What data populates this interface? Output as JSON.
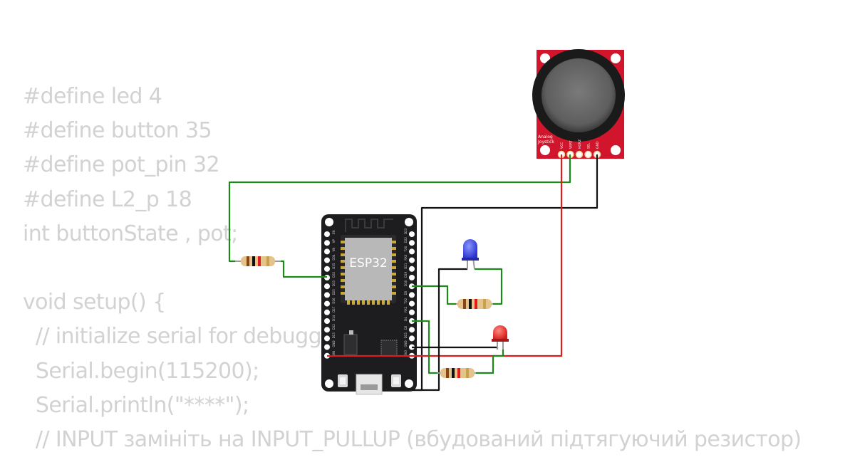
{
  "code_lines": [
    "#define led 4",
    "#define button 35",
    "#define pot_pin 32",
    "#define L2_p 18",
    "int buttonState , pot;",
    "",
    "void setup() {",
    "  // initialize serial for debugging",
    "  Serial.begin(115200);",
    "  Serial.println(\"****\");",
    "  // INPUT замініть на INPUT_PULLUP (вбудований підтягуючий резистор)"
  ],
  "board": {
    "label": "ESP32",
    "left_pins": [
      "EN",
      "VP",
      "VN",
      "D34",
      "D35",
      "D32",
      "D33",
      "D25",
      "D26",
      "D27",
      "D14",
      "D12",
      "D13",
      "GND",
      "VIN"
    ],
    "right_pins": [
      "D23",
      "D22",
      "TX0",
      "RX0",
      "D21",
      "D19",
      "D18",
      "D5",
      "TX2",
      "RX2",
      "D4",
      "D2",
      "D15",
      "GND",
      "3V3"
    ]
  },
  "joystick": {
    "label_line1": "Analog",
    "label_line2": "Joystick",
    "pins": [
      "VCC",
      "VERT",
      "HORZ",
      "SEL",
      "GND"
    ]
  },
  "colors": {
    "wire_green": "#1a8a1a",
    "wire_black": "#111111",
    "wire_red": "#e01b1b",
    "led_blue": "#2f3fe0",
    "led_red": "#e02424",
    "joystick_pcb": "#d0152c",
    "board_body": "#1d1d1f",
    "chip": "#b8b8b8"
  },
  "components": [
    "resistor-1",
    "resistor-2",
    "resistor-3",
    "led-blue",
    "led-red",
    "esp32-board",
    "analog-joystick"
  ]
}
